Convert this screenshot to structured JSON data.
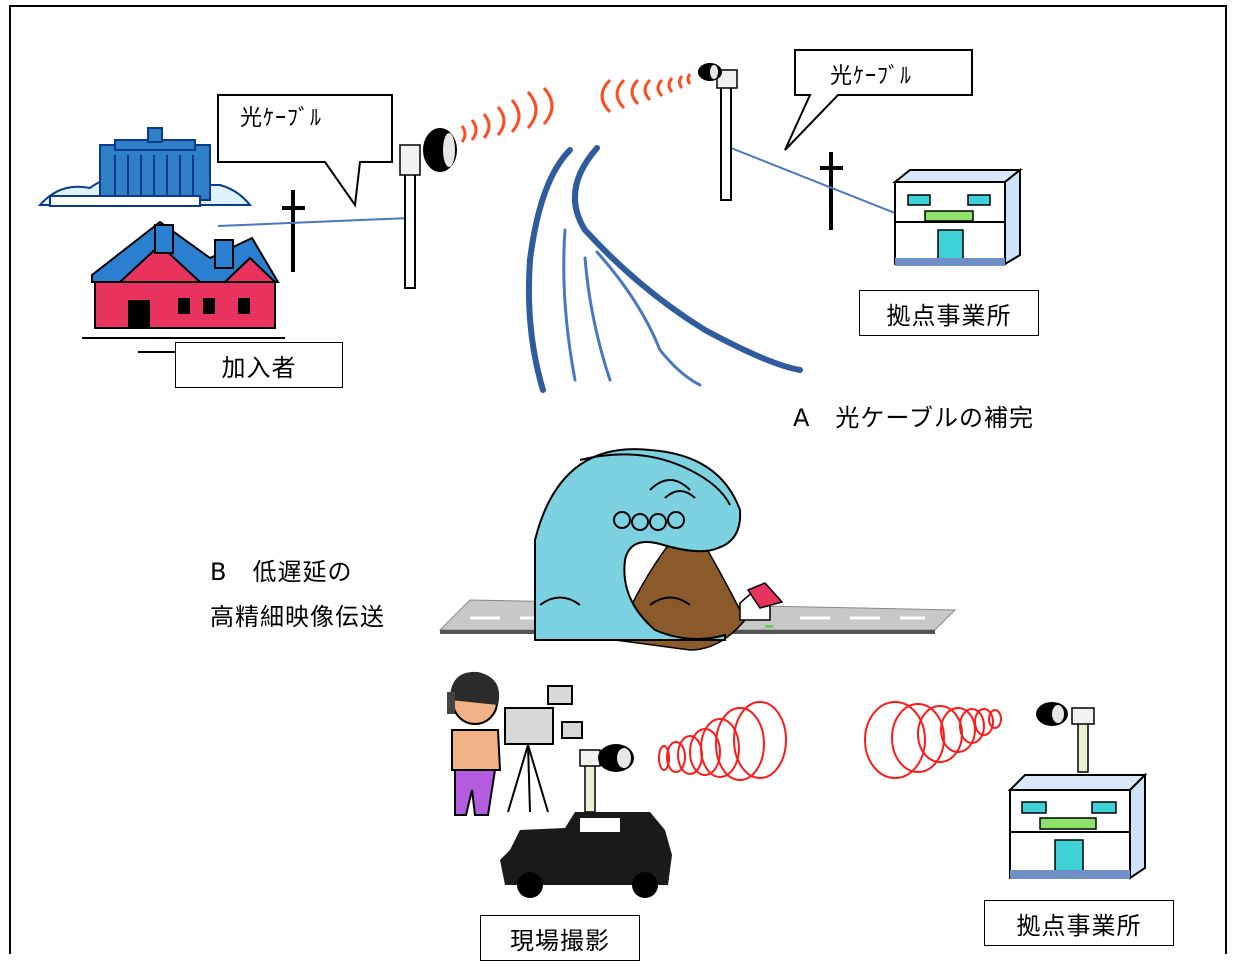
{
  "diagram": {
    "callout_top_left": "光ｹｰﾌﾞﾙ",
    "callout_top_right": "光ｹｰﾌﾞﾙ",
    "subscriber_label": "加入者",
    "base_office_top_label": "拠点事業所",
    "caption_a": "A　光ケーブルの補完",
    "caption_b_line1": "B　低遅延の",
    "caption_b_line2": "高精細映像伝送",
    "field_shooting_label": "現場撮影",
    "base_office_bottom_label": "拠点事業所"
  }
}
